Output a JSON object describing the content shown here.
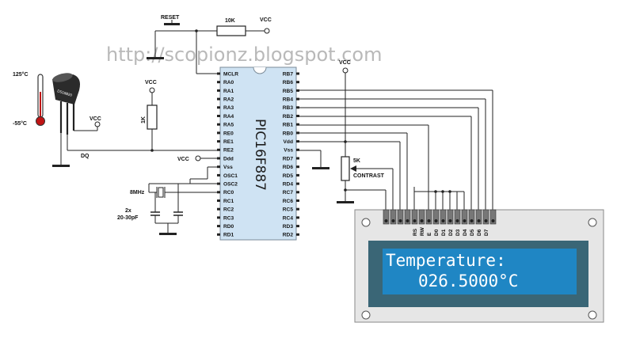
{
  "watermark": "http://scopionz.blogspot.com",
  "thermometer": {
    "high": "125°C",
    "low": "-55°C"
  },
  "sensor": {
    "data_line": "DQ"
  },
  "supply": "VCC",
  "reset": {
    "label": "RESET",
    "pullup": "10K"
  },
  "pullup_1k": "1K",
  "crystal": {
    "freq": "8MHz",
    "caps_count": "2x",
    "caps_value": "20-30pF"
  },
  "pot": {
    "value": "5K",
    "label": "CONTRAST"
  },
  "mcu": {
    "name": "PIC16F887",
    "left_pins": [
      "MCLR",
      "RA0",
      "RA1",
      "RA2",
      "RA3",
      "RA4",
      "RA5",
      "RE0",
      "RE1",
      "RE2",
      "Ddd",
      "Vss",
      "OSC1",
      "OSC2",
      "RC0",
      "RC1",
      "RC2",
      "RC3",
      "RD0",
      "RD1"
    ],
    "right_pins": [
      "RB7",
      "RB6",
      "RB5",
      "RB4",
      "RB3",
      "RB2",
      "RB1",
      "RB0",
      "Vdd",
      "Vss",
      "RD7",
      "RD6",
      "RD5",
      "RD4",
      "RC7",
      "RC6",
      "RC5",
      "RC4",
      "RD3",
      "RD2"
    ]
  },
  "lcd": {
    "pins": [
      "RS",
      "RW",
      "E",
      "D0",
      "D1",
      "D2",
      "D3",
      "D4",
      "D5",
      "D6",
      "D7"
    ],
    "line1": "Temperature:",
    "line2": "026.5000°C"
  },
  "colors": {
    "chip": "#cfe3f3",
    "lcd_bezel": "#3a6676",
    "lcd_screen": "#1f86c4",
    "lcd_board": "#e6e6e6"
  }
}
